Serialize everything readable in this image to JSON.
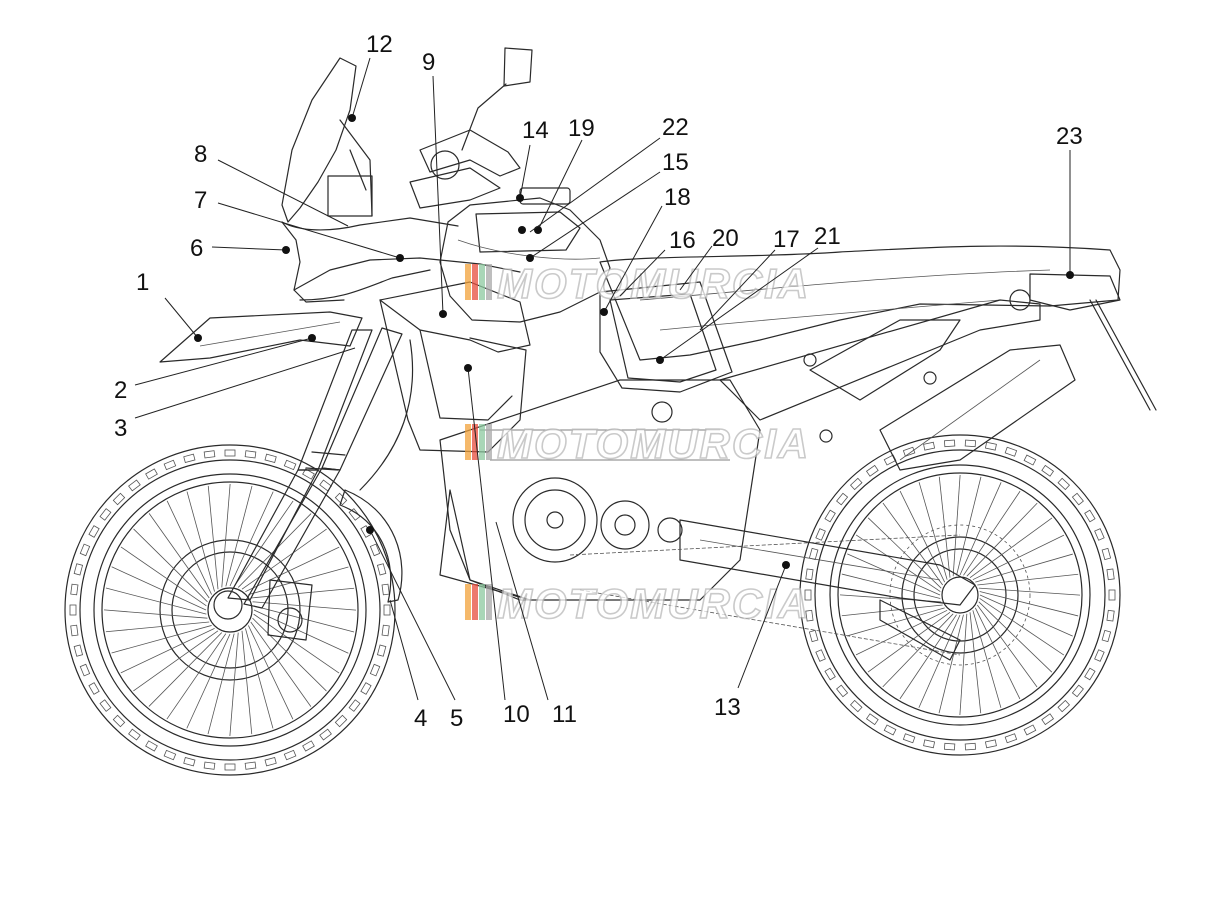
{
  "diagram": {
    "watermark": {
      "text": "MOTOMURCIA",
      "colors": [
        "#f2a23a",
        "#e84d3d",
        "#8dc9a0",
        "#a9a9a9"
      ]
    },
    "callouts": [
      {
        "num": "1"
      },
      {
        "num": "2"
      },
      {
        "num": "3"
      },
      {
        "num": "4"
      },
      {
        "num": "5"
      },
      {
        "num": "6"
      },
      {
        "num": "7"
      },
      {
        "num": "8"
      },
      {
        "num": "9"
      },
      {
        "num": "10"
      },
      {
        "num": "11"
      },
      {
        "num": "12"
      },
      {
        "num": "13"
      },
      {
        "num": "14"
      },
      {
        "num": "15"
      },
      {
        "num": "16"
      },
      {
        "num": "17"
      },
      {
        "num": "18"
      },
      {
        "num": "19"
      },
      {
        "num": "20"
      },
      {
        "num": "21"
      },
      {
        "num": "22"
      },
      {
        "num": "23"
      }
    ]
  }
}
